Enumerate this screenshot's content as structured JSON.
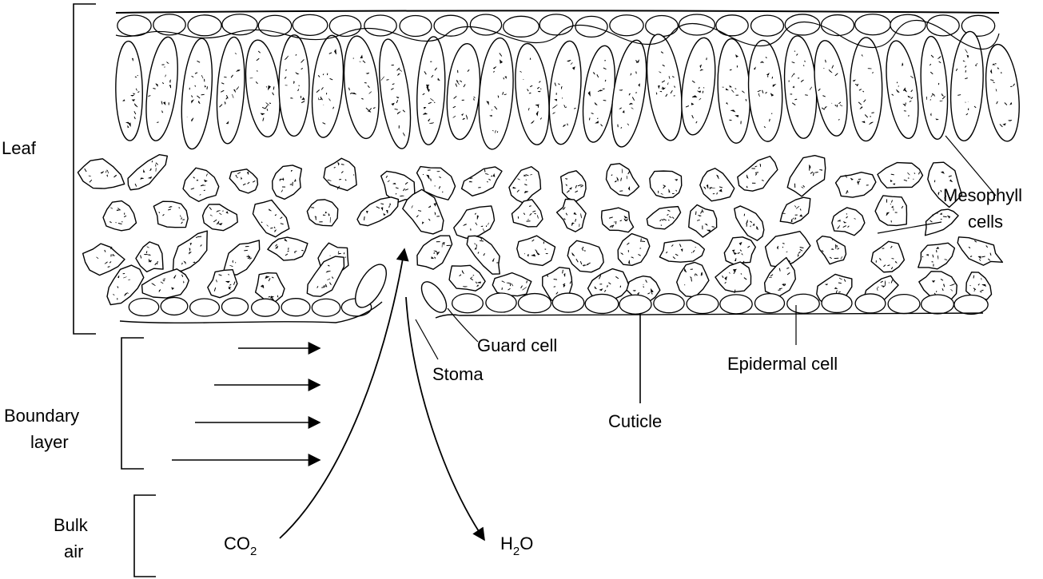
{
  "regions": {
    "leaf": "Leaf",
    "boundary_line1": "Boundary",
    "boundary_line2": "layer",
    "bulk_line1": "Bulk",
    "bulk_line2": "air"
  },
  "labels": {
    "mesophyll_line1": "Mesophyll",
    "mesophyll_line2": "cells",
    "guard_cell": "Guard cell",
    "stoma": "Stoma",
    "epidermal_cell": "Epidermal cell",
    "cuticle": "Cuticle"
  },
  "gases": {
    "co2_main": "CO",
    "co2_sub": "2",
    "h2o_main": "H",
    "h2o_sub": "2",
    "h2o_tail": "O"
  }
}
